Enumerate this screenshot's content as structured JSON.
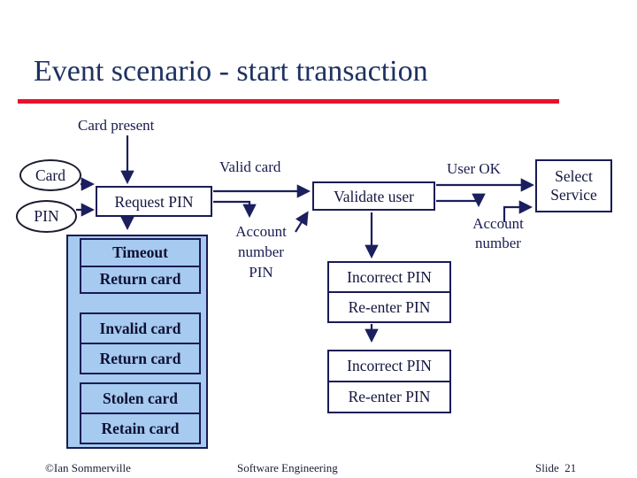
{
  "title": "Event scenario - start transaction",
  "labels": {
    "card_present": "Card present",
    "valid_card": "Valid card",
    "user_ok": "User OK",
    "acct_pin_line1": "Account",
    "acct_pin_line2": "number",
    "acct_pin_line3": "PIN",
    "acct_line1": "Account",
    "acct_line2": "number"
  },
  "nodes": {
    "card": "Card",
    "pin": "PIN",
    "request_pin": "Request PIN",
    "validate_user": "Validate user",
    "select_service_line1": "Select",
    "select_service_line2": "Service",
    "timeout_rows": [
      "Timeout",
      "Return card"
    ],
    "invalid_rows": [
      "Invalid card",
      "Return card"
    ],
    "stolen_rows": [
      "Stolen card",
      "Retain card"
    ],
    "incorrect1_rows": [
      "Incorrect PIN",
      "Re-enter PIN"
    ],
    "incorrect2_rows": [
      "Incorrect PIN",
      "Re-enter PIN"
    ]
  },
  "footer": {
    "left": "©Ian Sommerville",
    "center": "Software Engineering",
    "right": "Slide  21"
  },
  "colors": {
    "accent_red": "#e8112d",
    "line_navy": "#1b1f5e",
    "light_blue": "#a6caf0"
  }
}
